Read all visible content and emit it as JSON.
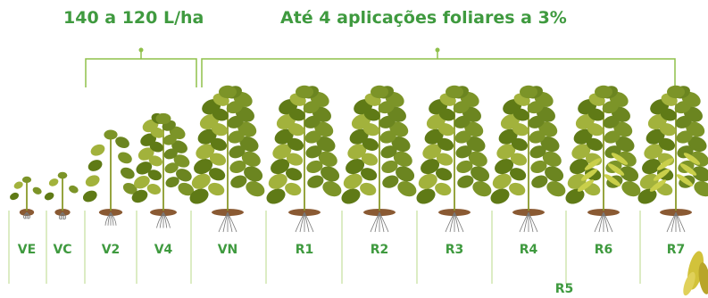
{
  "headings": {
    "left": "140 a 120 L/ha",
    "right": "Até 4 aplicações foliares a 3%"
  },
  "colors": {
    "accent_green": "#3f9a3f",
    "bracket_line": "#8fc04a",
    "divider": "#b8d98a",
    "soil": "#8a5a33",
    "leaf": "#6f8a1e",
    "pod": "#c9cf4a"
  },
  "stages": [
    {
      "label": "VE"
    },
    {
      "label": "VC"
    },
    {
      "label": "V2"
    },
    {
      "label": "V4"
    },
    {
      "label": "VN"
    },
    {
      "label": "R1"
    },
    {
      "label": "R2"
    },
    {
      "label": "R3"
    },
    {
      "label": "R4"
    },
    {
      "label": "R5"
    },
    {
      "label": "R6"
    },
    {
      "label": "R7"
    }
  ]
}
